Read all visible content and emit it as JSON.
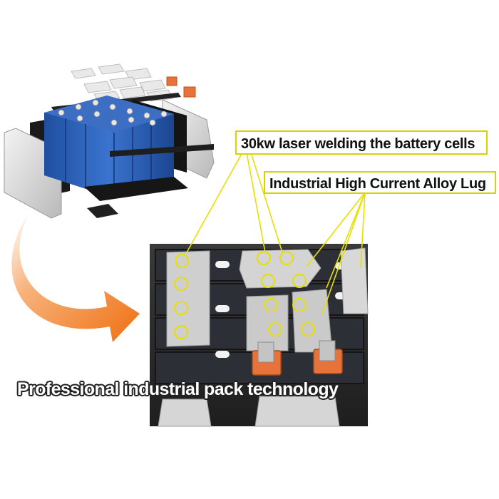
{
  "callouts": {
    "laser_welding": "30kw laser welding the battery cells",
    "alloy_lug": "Industrial High Current Alloy  Lug"
  },
  "caption": "Professional industrial pack technology",
  "colors": {
    "callout_border": "#d8d200",
    "leader_line": "#e6e000",
    "arrow_orange": "#f07a1a",
    "cell_blue": "#2a5fb8",
    "lug_orange": "#e8733a"
  },
  "icons": [
    "exploded-battery-pack-illustration",
    "curved-arrow",
    "welded-cell-closeup-photo"
  ]
}
